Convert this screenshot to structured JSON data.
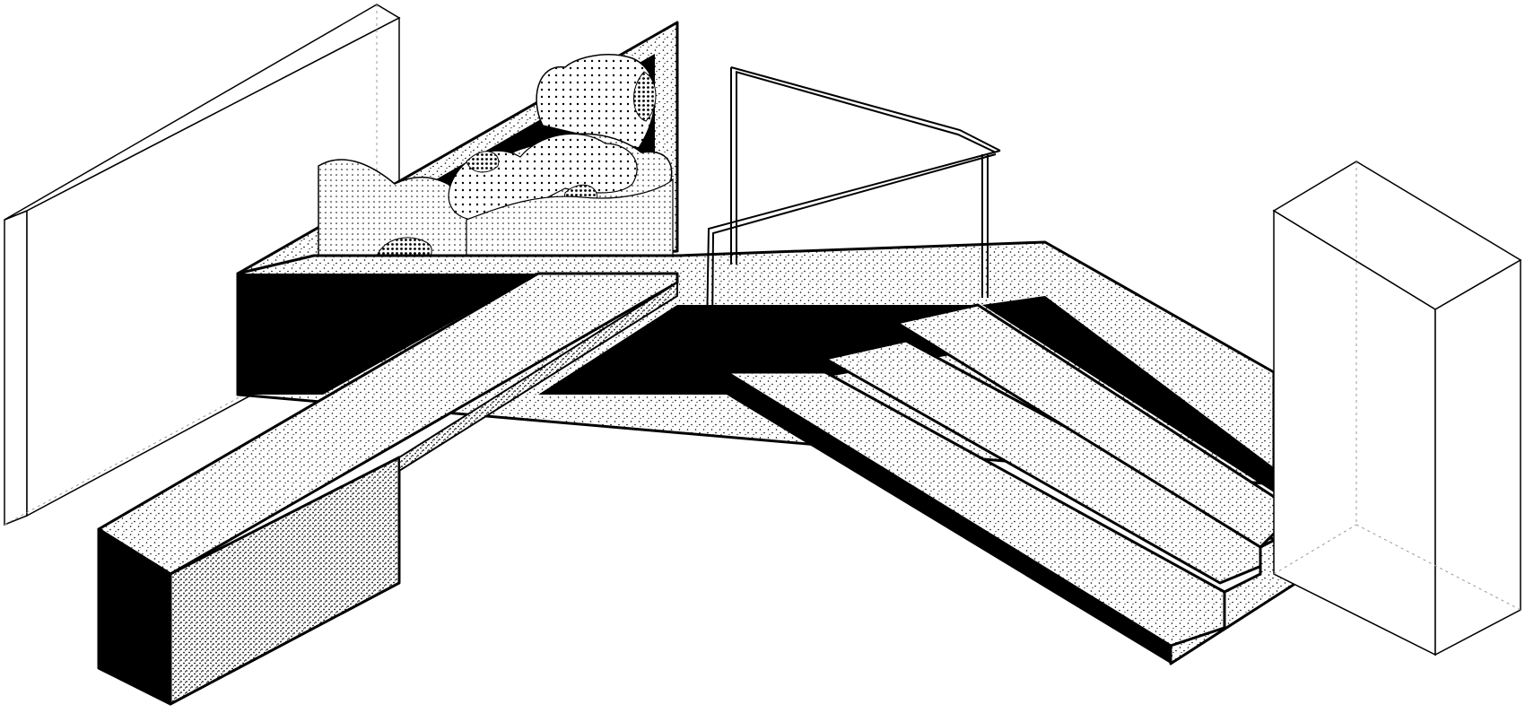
{
  "colors": {
    "ink": "#000000",
    "paper": "#ffffff",
    "stipple_light": "#d9d9d9",
    "stipple_mid": "#bdbdbd"
  },
  "textures": [
    "fine-stipple",
    "coarse-stipple",
    "dot-grid"
  ]
}
